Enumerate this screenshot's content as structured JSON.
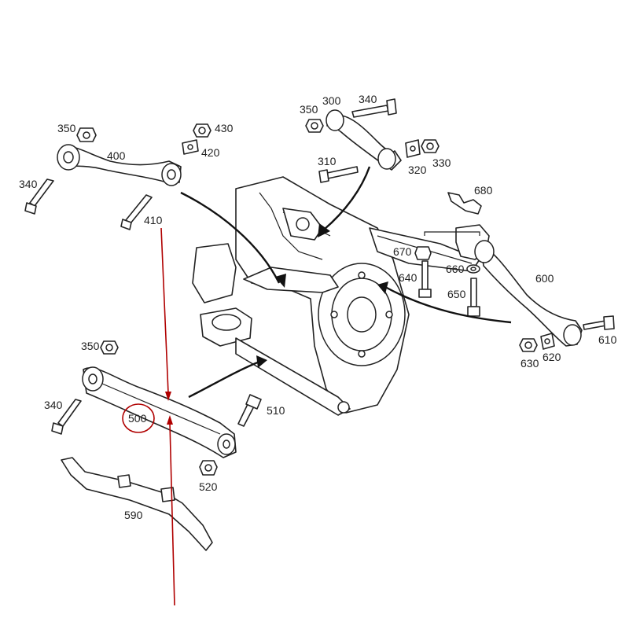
{
  "labels": {
    "l350a": "350",
    "l430": "430",
    "l420": "420",
    "l400": "400",
    "l340a": "340",
    "l410": "410",
    "l350b": "350",
    "l300": "300",
    "l340b": "340",
    "l310": "310",
    "l320": "320",
    "l330": "330",
    "l680": "680",
    "l670": "670",
    "l640": "640",
    "l660": "660",
    "l650": "650",
    "l600": "600",
    "l610": "610",
    "l630": "630",
    "l620": "620",
    "l350c": "350",
    "l340c": "340",
    "l500": "500",
    "l510": "510",
    "l520": "520",
    "l590": "590"
  },
  "colors": {
    "line": "#222222",
    "highlight": "#b00000",
    "background": "#ffffff"
  }
}
